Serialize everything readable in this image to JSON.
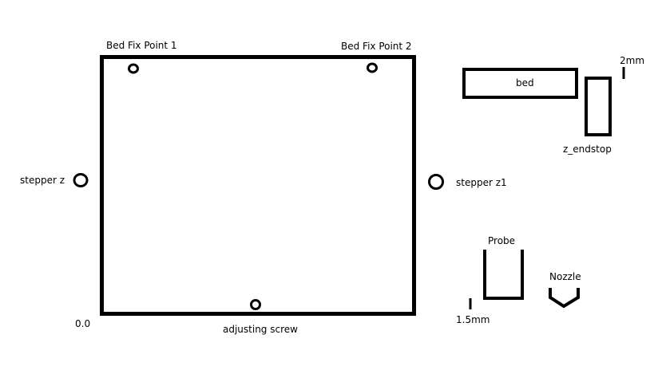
{
  "labels": {
    "fix_point_1": "Bed Fix Point 1",
    "fix_point_2": "Bed Fix Point 2",
    "stepper_z": "stepper z",
    "stepper_z1": "stepper z1",
    "origin": "0.0",
    "adjusting_screw": "adjusting screw",
    "bed": "bed",
    "z_endstop": "z_endstop",
    "gap_2mm": "2mm",
    "probe": "Probe",
    "nozzle": "Nozzle",
    "offset_1_5mm": "1.5mm"
  },
  "colors": {
    "ink": "#000000",
    "background": "#ffffff"
  }
}
